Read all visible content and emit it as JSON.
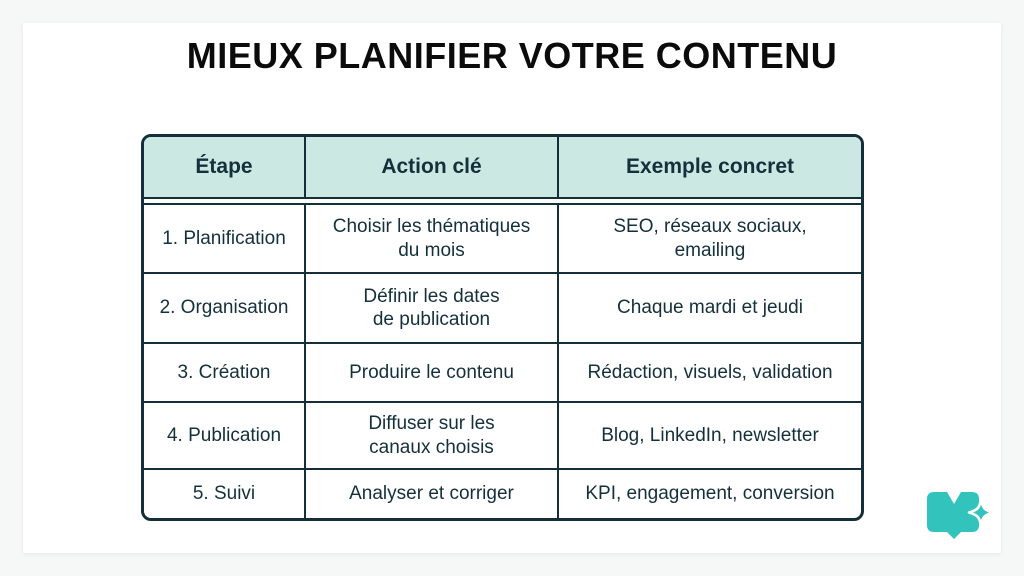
{
  "page": {
    "title": "MIEUX PLANIFIER VOTRE CONTENU"
  },
  "table": {
    "headers": [
      "Étape",
      "Action clé",
      "Exemple concret"
    ],
    "rows": [
      {
        "etape": "1. Planification",
        "action": "Choisir les thématiques\ndu mois",
        "exemple": "SEO, réseaux sociaux,\nemailing"
      },
      {
        "etape": "2. Organisation",
        "action": "Définir les dates\nde publication",
        "exemple": "Chaque mardi et jeudi"
      },
      {
        "etape": "3. Création",
        "action": "Produire le contenu",
        "exemple": "Rédaction, visuels, validation"
      },
      {
        "etape": "4. Publication",
        "action": "Diffuser sur les\ncanaux choisis",
        "exemple": "Blog, LinkedIn, newsletter"
      },
      {
        "etape": "5. Suivi",
        "action": "Analyser et corriger",
        "exemple": "KPI, engagement, conversion"
      }
    ]
  },
  "logo": {
    "icon": "open-book-sparkle-icon",
    "color": "#33c3bd"
  },
  "colors": {
    "page_background": "#f6f7f7",
    "card_background": "#ffffff",
    "header_background": "#cbe8e2",
    "border_navy": "#152f3a",
    "text_navy": "#14303c",
    "title_black": "#0b0b0b",
    "logo_teal": "#33c3bd"
  }
}
